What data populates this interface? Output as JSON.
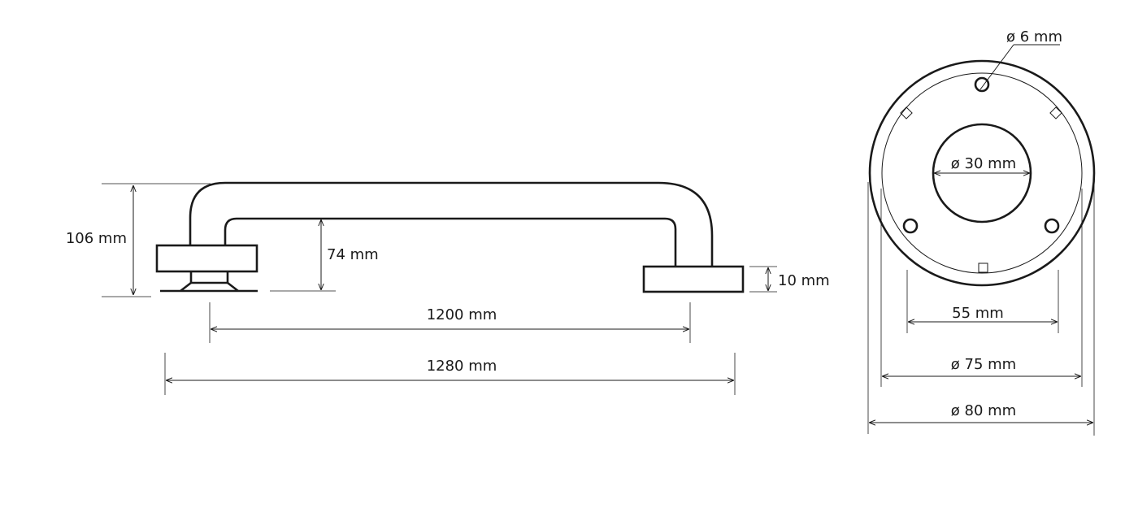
{
  "side_view": {
    "height_total": "106 mm",
    "inner_height": "74 mm",
    "flange_thickness": "10 mm",
    "center_distance": "1200 mm",
    "overall_length": "1280 mm"
  },
  "front_view": {
    "hole_diameter": "ø 6 mm",
    "inner_diameter": "ø 30 mm",
    "hole_spacing": "55 mm",
    "inner_ring_diameter": "ø 75 mm",
    "outer_diameter": "ø 80 mm"
  },
  "colors": {
    "line": "#1a1a1a",
    "background": "#ffffff"
  }
}
